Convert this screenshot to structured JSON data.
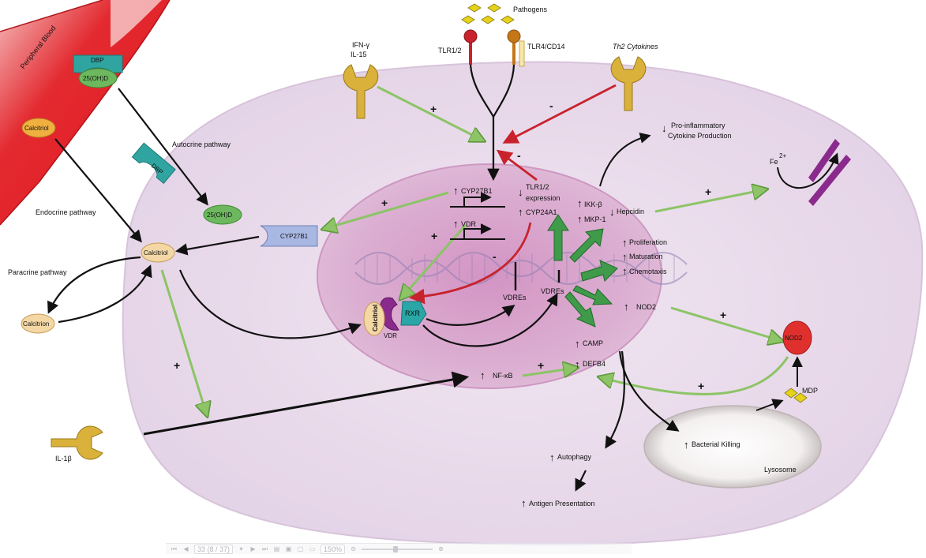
{
  "diagram": {
    "blood": {
      "vessel_label": "Peripheral Blood"
    },
    "molecules": {
      "dbp": "DBP",
      "dbp_free": "DBP",
      "ohd_blood": "25(OH)D",
      "ohd_cell": "25(OH)D",
      "calcitriol_blood": "Calcitriol",
      "calcitriol_cell": "Calcitriol",
      "calcitrion": "Calcitrion",
      "cyp27b1_enzyme": "CYP27B1",
      "calcitriol_vdr": "Calcitriol",
      "rxr": "RXR",
      "vdr": "VDR"
    },
    "pathways": {
      "autocrine": "Autocrine pathway",
      "endocrine": "Endocrine pathway",
      "paracrine": "Paracrine pathway"
    },
    "receptors": {
      "pathogens": "Pathogens",
      "tlr12": "TLR1/2",
      "tlr4": "TLR4/CD14",
      "ifn": "IFN-γ",
      "il15": "IL-15",
      "th2": "Th2 Cytokines",
      "il1b": "IL-1β"
    },
    "nucleus": {
      "cyp27b1_gene": "CYP27B1",
      "vdr_gene": "VDR",
      "tlr_expr_1": "TLR1/2",
      "tlr_expr_2": "expression",
      "cyp24a1": "CYP24A1",
      "vdres_left": "VDREs",
      "vdres_right": "VDREs",
      "ikkb": "IKK-β",
      "mkp1": "MKP-1",
      "hepcidin": "Hepcidin",
      "proliferation": "Proliferation",
      "maturation": "Maturation",
      "chemotaxis": "Chemotaxis",
      "nod2": "NOD2",
      "camp": "CAMP",
      "defb4": "DEFB4",
      "nfkb": "NF-κB"
    },
    "outputs": {
      "proinflam_1": "Pro-inflammatory",
      "proinflam_2": "Cytokine Production",
      "fe": "Fe",
      "fe_charge": "2+",
      "nod2_protein": "NOD2",
      "mdp": "MDP",
      "bacterial_killing": "Bacterial Killing",
      "lysosome": "Lysosome",
      "autophagy": "Autophagy",
      "antigen": "Antigen Presentation"
    },
    "signs": {
      "plus": "+",
      "minus": "-",
      "up": "↑",
      "down": "↓"
    }
  },
  "toolbar": {
    "page_field": "33 (8 / 37)",
    "zoom": "150%"
  },
  "colors": {
    "cell": "#e9dcec",
    "nucleus": "#d7a9cf",
    "blood_vessel": "#e3202a",
    "green_arrow": "#8cc466",
    "red_arrow": "#c8232c",
    "black_arrow": "#111111",
    "receptor_yellow": "#d9b13b",
    "calcitriol": "#f0c060",
    "ohd": "#6db85f",
    "dbp": "#2fa4a0",
    "rxr": "#2aa6a6",
    "vdr": "#8b2a8d"
  }
}
